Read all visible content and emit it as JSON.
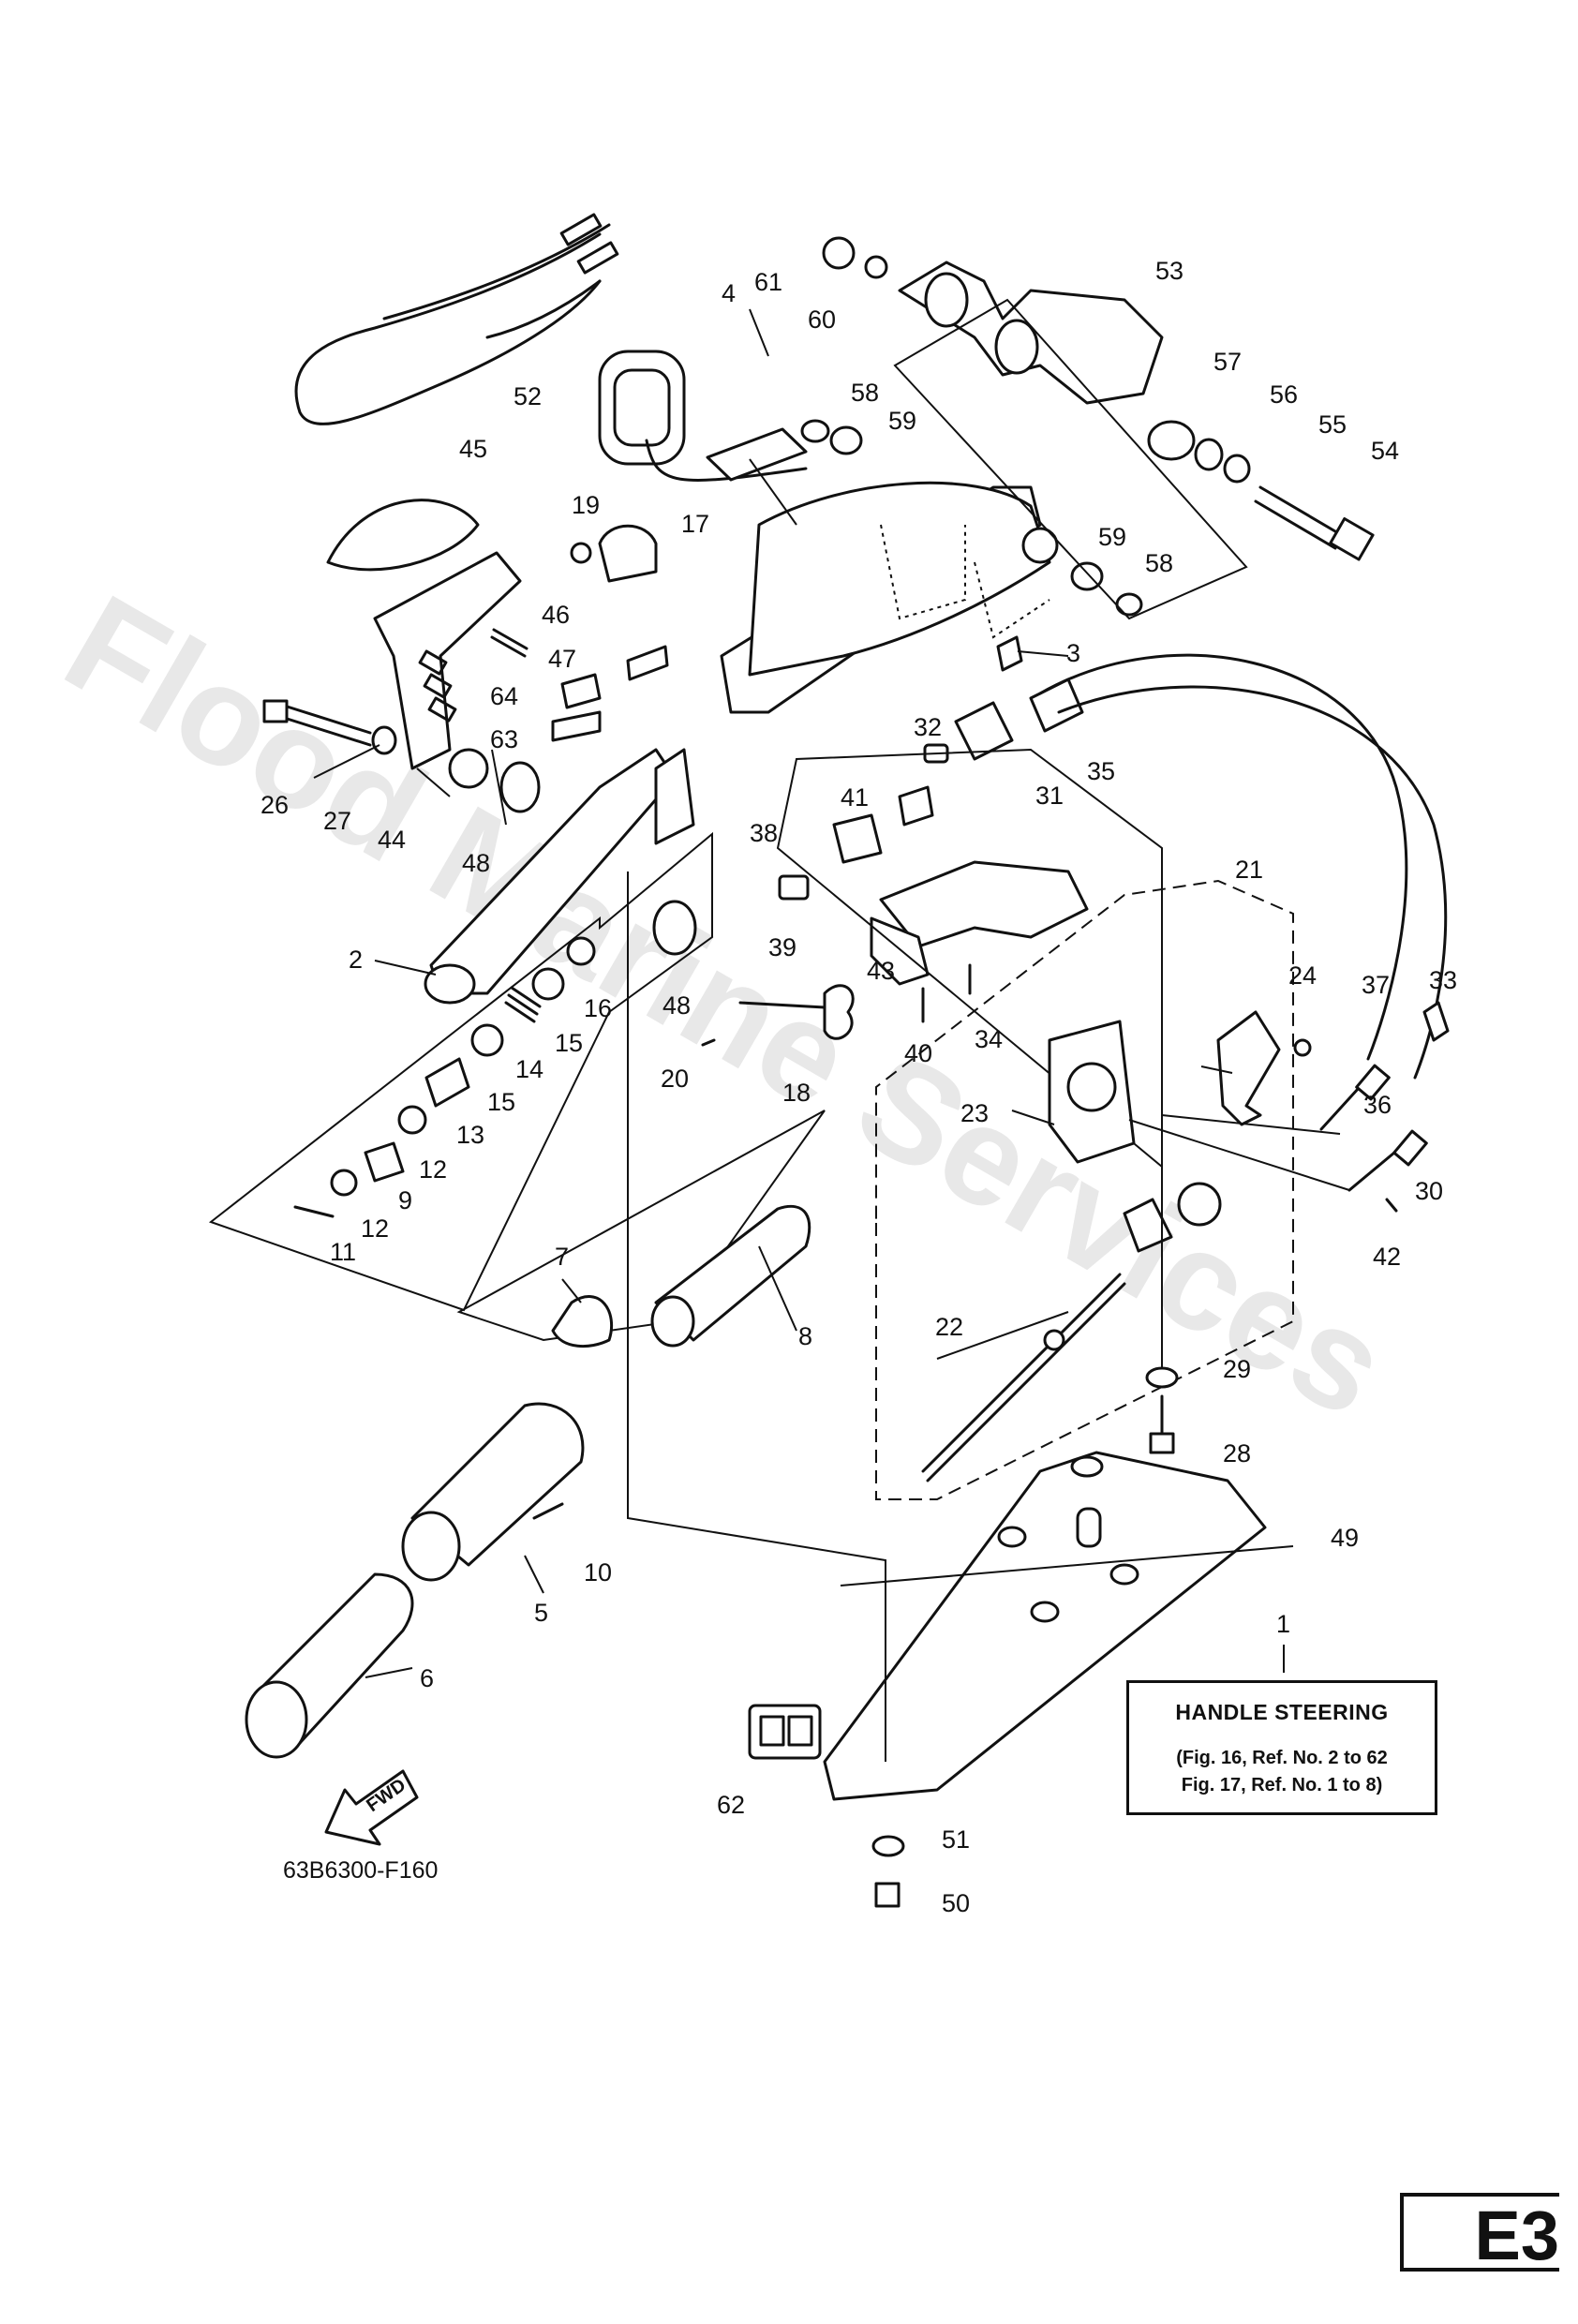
{
  "watermark": "Flood Marine Services",
  "note_box": {
    "title": "HANDLE STEERING",
    "line1": "(Fig. 16, Ref. No. 2 to 62",
    "line2": "Fig. 17, Ref. No. 1 to 8)"
  },
  "figure_code": "63B6300-F160",
  "page_id": "E3",
  "fwd_label": "FWD",
  "part_labels": [
    "1",
    "2",
    "3",
    "4",
    "5",
    "6",
    "7",
    "8",
    "9",
    "10",
    "11",
    "12",
    "12",
    "13",
    "14",
    "15",
    "15",
    "16",
    "17",
    "18",
    "19",
    "20",
    "21",
    "22",
    "23",
    "24",
    "26",
    "27",
    "28",
    "29",
    "30",
    "31",
    "32",
    "33",
    "34",
    "35",
    "36",
    "37",
    "38",
    "39",
    "40",
    "41",
    "42",
    "43",
    "44",
    "45",
    "46",
    "47",
    "48",
    "48",
    "49",
    "50",
    "51",
    "52",
    "53",
    "54",
    "55",
    "56",
    "57",
    "58",
    "58",
    "59",
    "59",
    "60",
    "61",
    "62",
    "63",
    "64"
  ]
}
